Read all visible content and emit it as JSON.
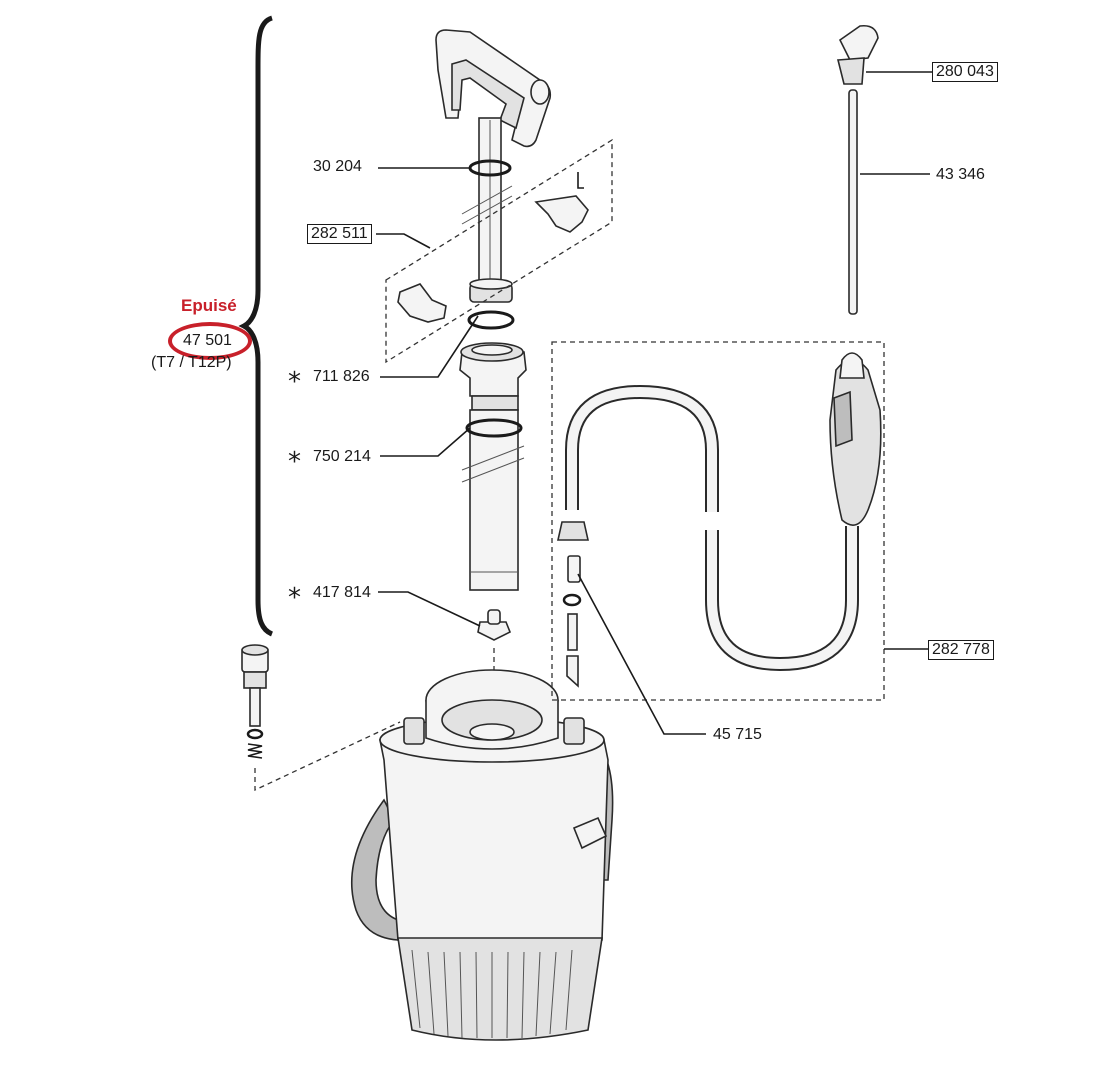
{
  "status": {
    "label": "Epuisé",
    "part_number": "47 501",
    "model": "(T7 / T12P)",
    "accent_color": "#c8202a"
  },
  "parts": {
    "p30204": "30 204",
    "p282511": "282 511",
    "p711826": "711 826",
    "p750214": "750 214",
    "p417814": "417 814",
    "p280043": "280 043",
    "p43346": "43 346",
    "p282778": "282 778",
    "p45715": "45 715"
  },
  "markers": {
    "asterisk": "*"
  }
}
